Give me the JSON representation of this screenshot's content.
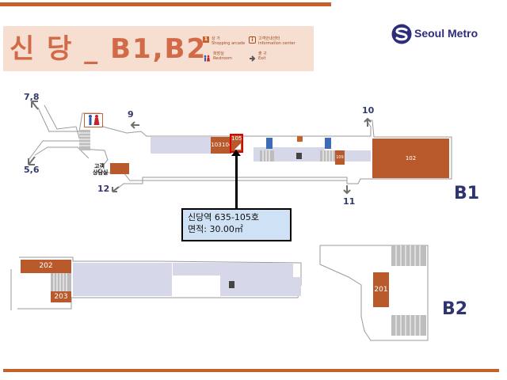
{
  "station": {
    "title": "신 당 _ B1,B2"
  },
  "legend": [
    {
      "icon": "1",
      "label_ko": "상 가",
      "label_en": "Shopping arcade"
    },
    {
      "icon": "i",
      "label_ko": "고객안내센터",
      "label_en": "Information center"
    },
    {
      "icon": "wc",
      "label_ko": "화장실",
      "label_en": "Restroom"
    },
    {
      "icon": "exit-arrow",
      "label_ko": "출 구",
      "label_en": "Exit"
    }
  ],
  "logo": {
    "text": "Seoul Metro",
    "color": "#2d2c7d"
  },
  "levels": {
    "b1": "B1",
    "b2": "B2"
  },
  "exits": {
    "e78": "7,8",
    "e56": "5,6",
    "e9": "9",
    "e10": "10",
    "e11": "11",
    "e12": "12"
  },
  "shops_b1": {
    "s102": "102",
    "s103": "103",
    "s104": "104",
    "s105": "105",
    "s109": "109"
  },
  "shops_b2": {
    "s201": "201",
    "s202": "202",
    "s203": "203"
  },
  "service_center": {
    "line1": "고객",
    "line2": "상담실"
  },
  "highlight": {
    "shop": "105",
    "info_line1": "신당역 635-105호",
    "info_line2": "면적: 30.00㎡"
  },
  "colors": {
    "accent_bar": "#c5612b",
    "shop": "#b95a2c",
    "platform": "#d6d8ea",
    "highlight_border": "#e00000",
    "info_bg": "#cfe2f5"
  }
}
